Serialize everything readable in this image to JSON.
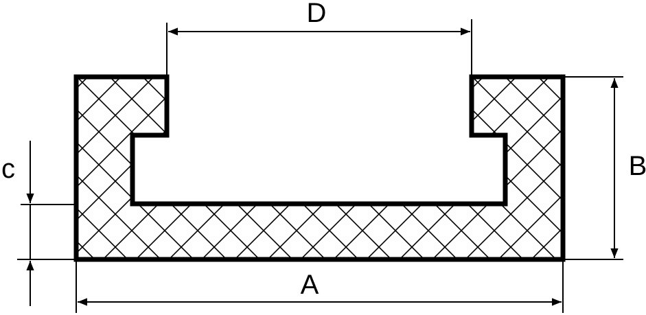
{
  "diagram": {
    "labels": {
      "a": "A",
      "b": "B",
      "c": "c",
      "d": "D"
    },
    "colors": {
      "stroke": "#000000",
      "background": "#ffffff"
    }
  }
}
